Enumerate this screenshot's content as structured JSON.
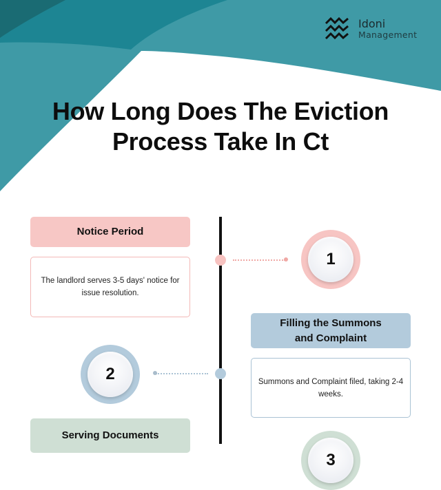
{
  "brand": {
    "name": "Idoni",
    "subtitle": "Management",
    "icon": "zigzag-waves-icon"
  },
  "title": {
    "line1": "How Long Does The Eviction",
    "line2": "Process Take In Ct"
  },
  "colors": {
    "teal_dark": "#1a6b73",
    "teal_mid": "#1d8593",
    "teal_light": "#3f9aa6",
    "pink": "#f7c7c5",
    "pink_border": "#f3b8b6",
    "blue": "#b3cbdc",
    "blue_border": "#a9c2d4",
    "green": "#cfdfd4",
    "timeline": "#111111"
  },
  "steps": [
    {
      "number": "1",
      "title": "Notice Period",
      "description": "The landlord serves 3-5 days' notice for issue resolution.",
      "side": "left"
    },
    {
      "number": "2",
      "title_line1": "Filling the Summons",
      "title_line2": "and Complaint",
      "description": "Summons and Complaint filed, taking 2-4 weeks.",
      "side": "right"
    },
    {
      "number": "3",
      "title": "Serving Documents",
      "side": "left"
    }
  ]
}
